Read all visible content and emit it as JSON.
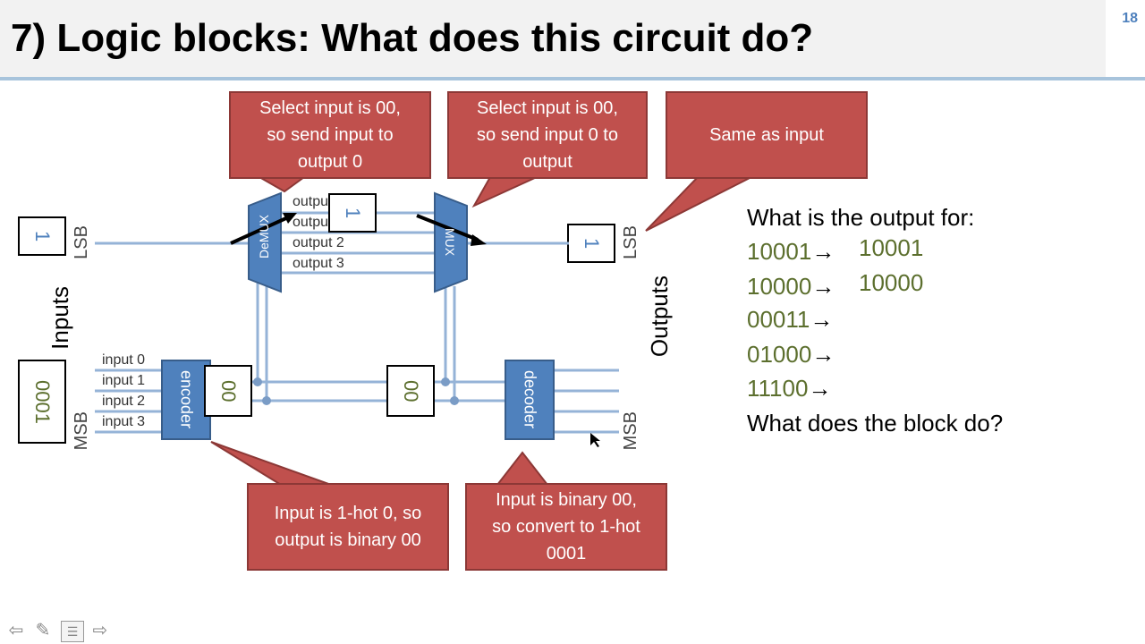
{
  "slide": {
    "title": "7) Logic blocks: What does this circuit do?",
    "page_number": "18"
  },
  "callouts": {
    "demux_select": "Select input is 00,\nso send input to\noutput 0",
    "mux_select": "Select input is 00,\nso send input 0 to\noutput",
    "same_as_input": "Same as input",
    "encoder_note": "Input is 1-hot 0, so\noutput is binary 00",
    "decoder_note": "Input is binary 00,\nso convert to 1-hot\n0001"
  },
  "circuit": {
    "inputs_label": "Inputs",
    "outputs_label": "Outputs",
    "lsb": "LSB",
    "msb": "MSB",
    "input_lsb_value": "1",
    "input_msb_value": "0001",
    "demux_label": "DeMUX",
    "mux_label": "MUX",
    "encoder_label": "encoder",
    "decoder_label": "decoder",
    "encoder_out_value": "00",
    "decoder_in_value": "00",
    "demux_out_value": "1",
    "output_lsb_value": "1",
    "demux_outputs": [
      "output 0",
      "output 1",
      "output 2",
      "output 3"
    ],
    "encoder_inputs": [
      "input 0",
      "input 1",
      "input 2",
      "input 3"
    ]
  },
  "questions": {
    "heading": "What is the output for:",
    "items": [
      {
        "input": "10001",
        "answer": "10001"
      },
      {
        "input": "10000",
        "answer": "10000"
      },
      {
        "input": "00011",
        "answer": ""
      },
      {
        "input": "01000",
        "answer": ""
      },
      {
        "input": "11100",
        "answer": ""
      }
    ],
    "arrow": "→",
    "final": "What does the block do?"
  },
  "nav_icons": [
    "back-arrow-icon",
    "pen-icon",
    "menu-icon",
    "forward-arrow-icon"
  ],
  "colors": {
    "callout": "#c0504d",
    "block": "#4f81bd",
    "wire": "#95b3d7",
    "code_text": "#5c6f2e"
  }
}
